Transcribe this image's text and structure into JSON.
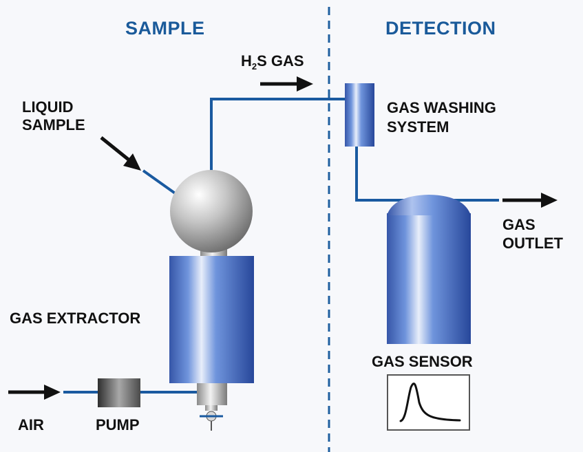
{
  "sections": {
    "sample": "SAMPLE",
    "detection": "DETECTION"
  },
  "labels": {
    "h2s_gas": {
      "prefix": "H",
      "subscript": "2",
      "suffix": "S GAS"
    },
    "liquid_sample": [
      "LIQUID",
      "SAMPLE"
    ],
    "gas_washing_system": [
      "GAS WASHING",
      "SYSTEM"
    ],
    "gas_outlet": [
      "GAS",
      "OUTLET"
    ],
    "gas_extractor": "GAS EXTRACTOR",
    "gas_sensor": "GAS SENSOR",
    "air": "AIR",
    "pump": "PUMP"
  },
  "colors": {
    "heading": "#1a5a9a",
    "pipe": "#1a5aa0",
    "divider": "#1f5f9f",
    "arrow": "#111111",
    "blue_body": "#4a72c4",
    "sphere": "#a0a0a0",
    "pump": "#6e6e6e"
  },
  "icons": {
    "sensor_display": "peak-signal-graph-icon",
    "flow_arrow": "right-arrow-icon",
    "valve": "valve-icon"
  }
}
